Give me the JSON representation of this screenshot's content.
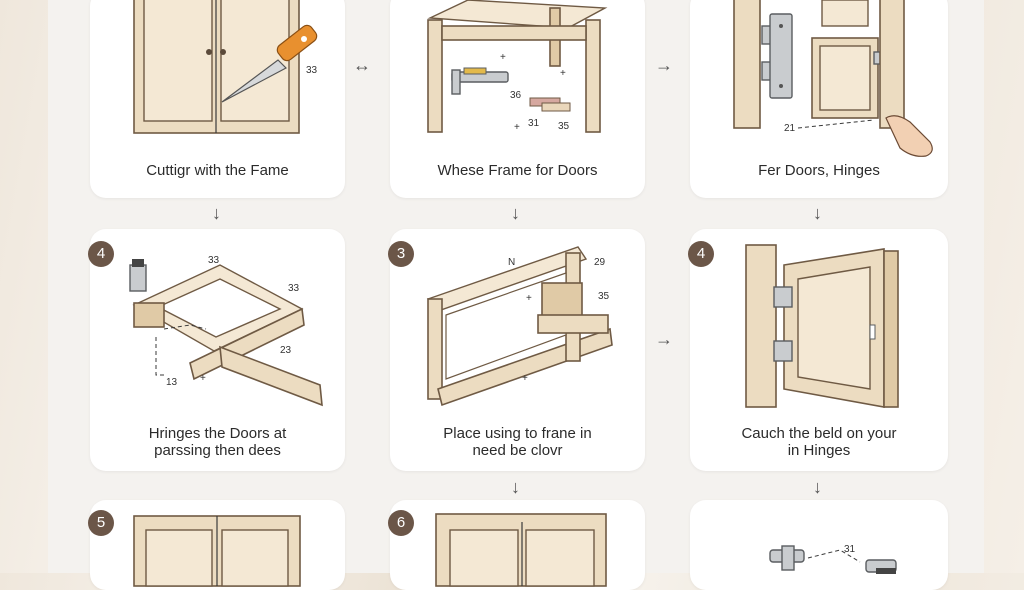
{
  "cards": [
    {
      "caption": "Cuttigr with the Fame"
    },
    {
      "caption": "Whese Frame for Doors"
    },
    {
      "caption": "Fer Doors, Hinges"
    },
    {
      "badge": "4",
      "caption_line1": "Hringes the Doors at",
      "caption_line2": "parssing then dees"
    },
    {
      "badge": "3",
      "caption_line1": "Place using to frane in",
      "caption_line2": "need be clovr"
    },
    {
      "badge": "4",
      "caption_line1": "Cauch the beld on your",
      "caption_line2": "in Hinges"
    },
    {
      "badge": "5"
    },
    {
      "badge": "6"
    },
    {}
  ],
  "arrows": {
    "horizontal_bidirectional": "↔",
    "horizontal": "→",
    "down": "↓"
  },
  "annotations": {
    "c1": [
      "33"
    ],
    "c2": [
      "+",
      "+",
      "36",
      "31",
      "35",
      "+"
    ],
    "c3": [
      "21"
    ],
    "c4": [
      "33",
      "33",
      "23",
      "13",
      "+"
    ],
    "c5": [
      "N",
      "29",
      "+",
      "35",
      "+"
    ],
    "c9": [
      "31"
    ]
  }
}
